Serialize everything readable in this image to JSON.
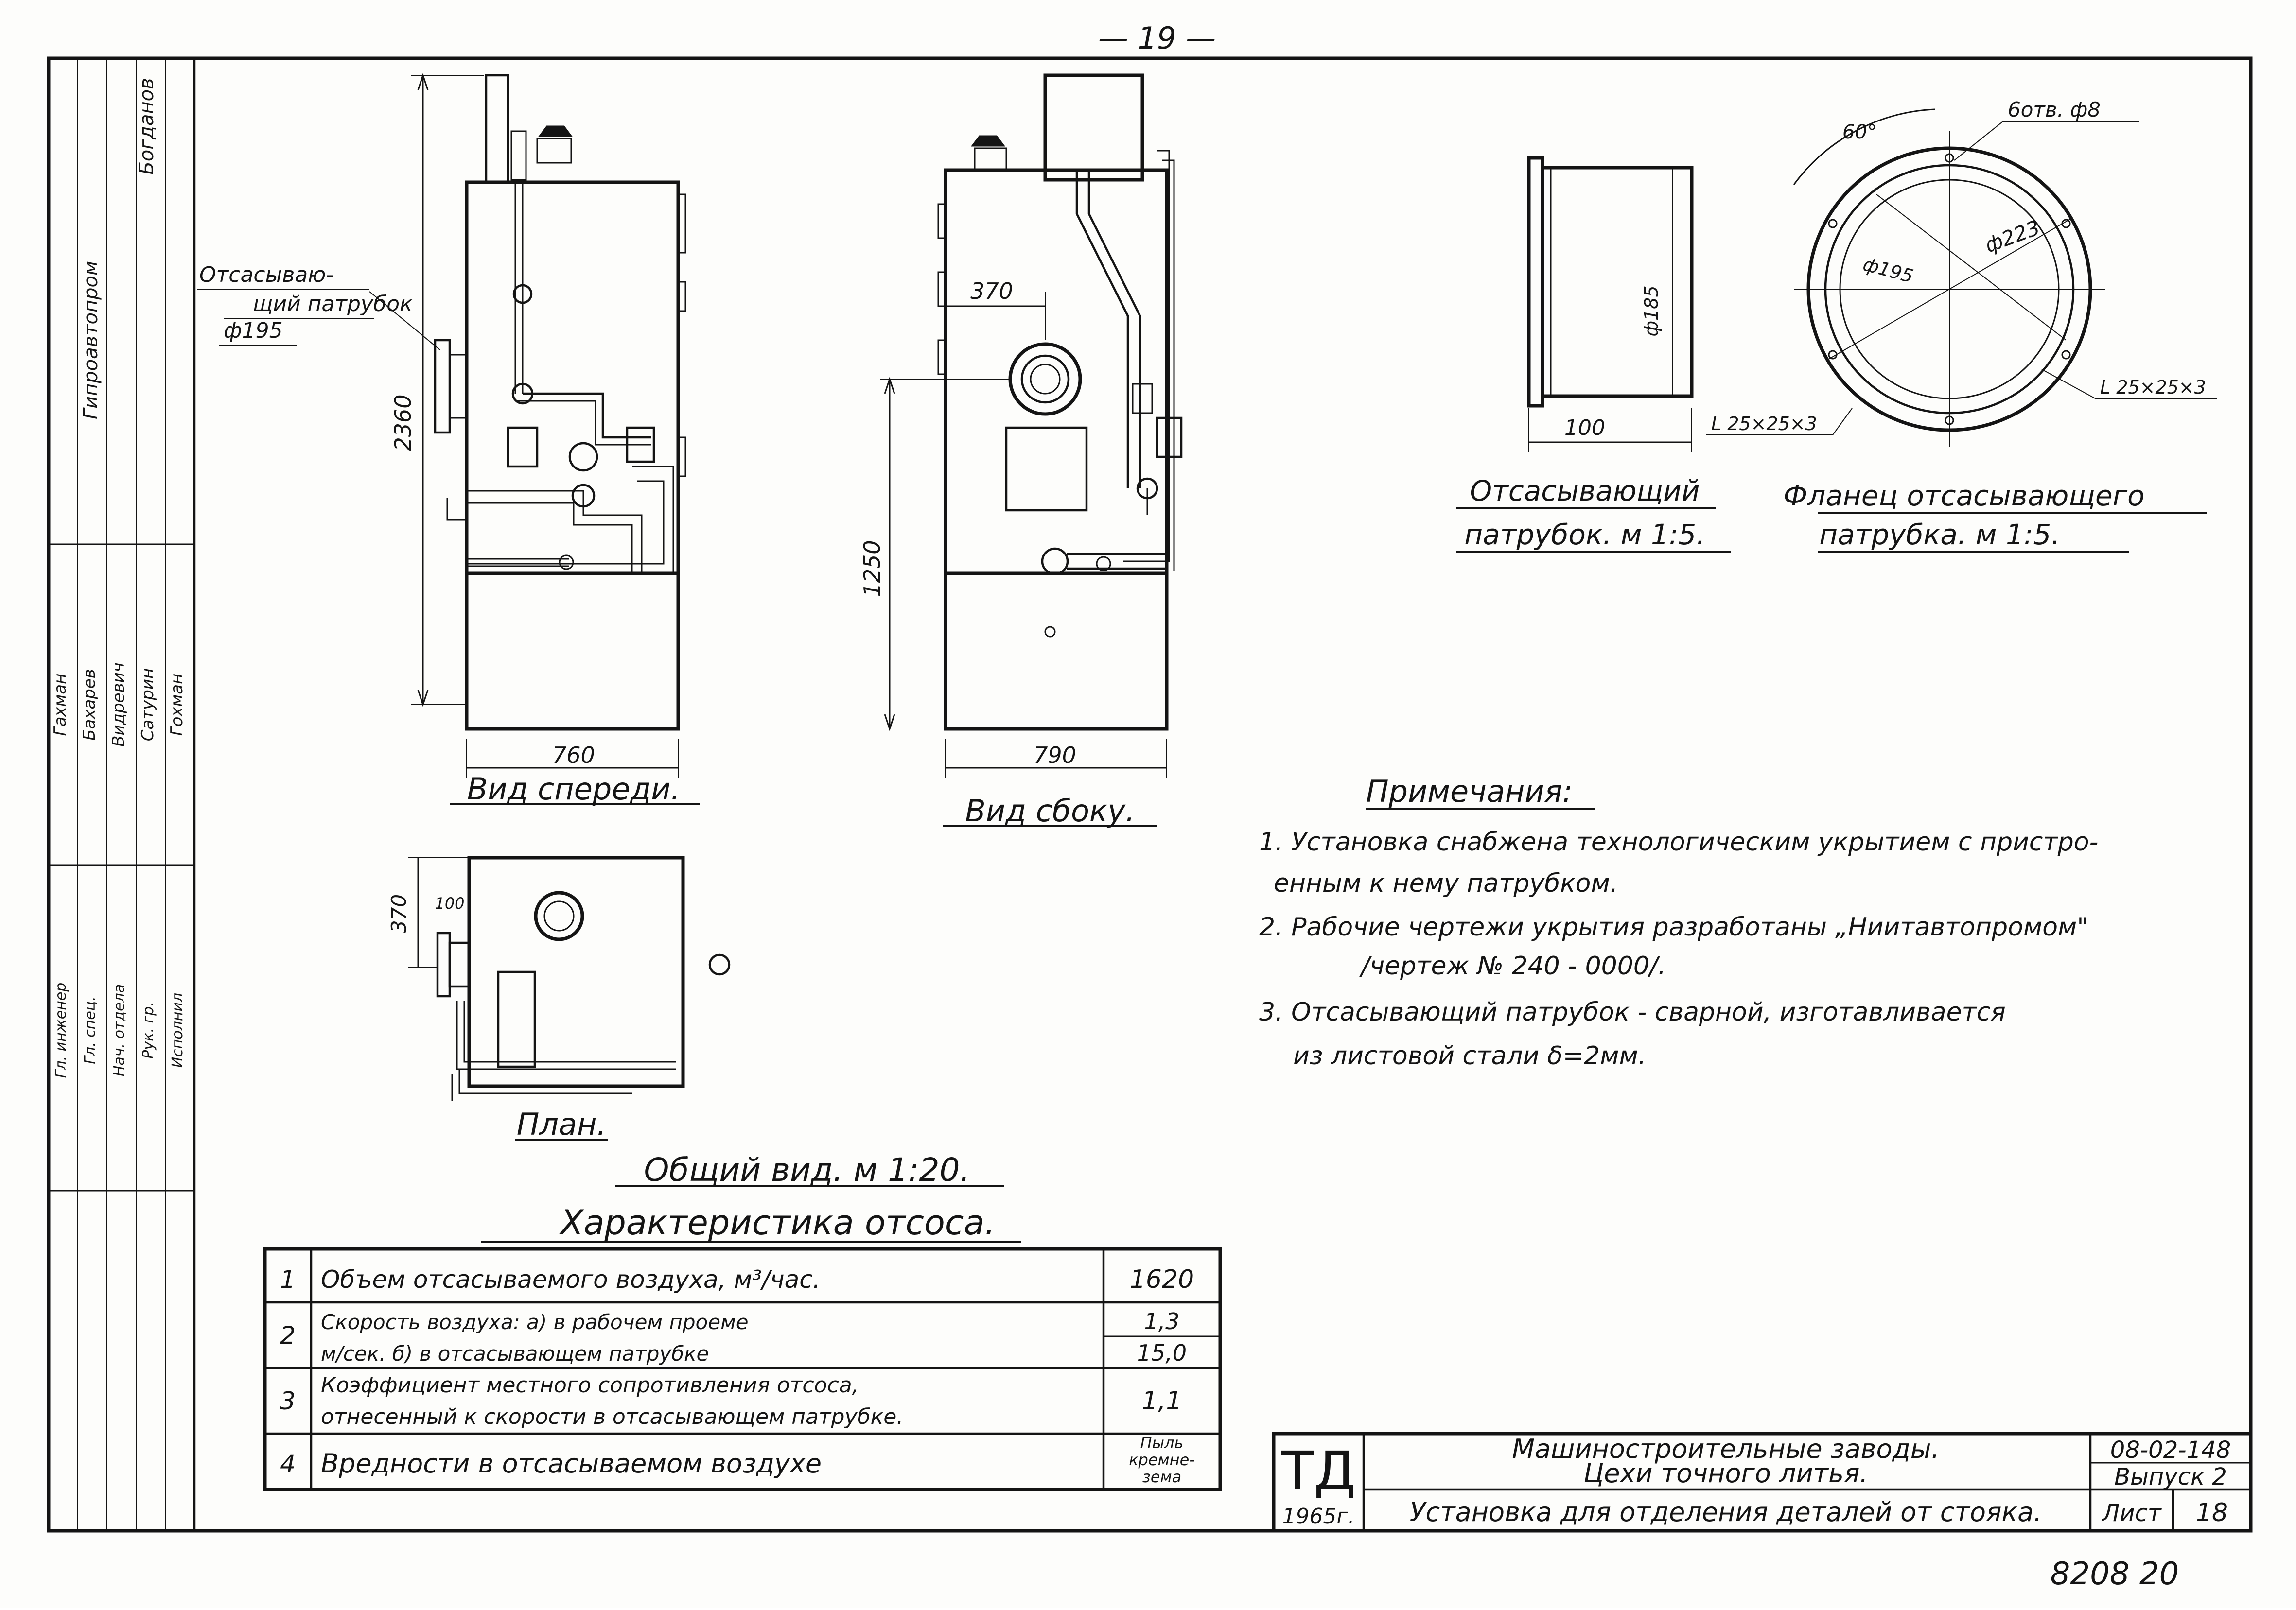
{
  "page_number": "— 19 —",
  "front_view": {
    "callout_line1": "Отсасываю-",
    "callout_line2": "щий патрубок",
    "callout_line3": "ф195",
    "dim_height": "2360",
    "dim_width": "760",
    "caption": "Вид спереди."
  },
  "side_view": {
    "dim_offset": "370",
    "dim_height": "1250",
    "dim_width": "790",
    "caption": "Вид сбоку."
  },
  "plan_view": {
    "dim_a": "370",
    "dim_b": "100",
    "caption": "План."
  },
  "general_view_caption": "Общий вид. м 1:20.",
  "nozzle": {
    "dim_diameter": "ф185",
    "dim_length": "100",
    "angle_label": "L 25×25×3",
    "caption_line1": "Отсасывающий",
    "caption_line2": "патрубок. м 1:5."
  },
  "flange": {
    "holes": "6отв. ф8",
    "angle": "60°",
    "dia_outer": "ф223",
    "dia_inner": "ф195",
    "angle_label": "L 25×25×3",
    "caption_line1": "Фланец отсасывающего",
    "caption_line2": "патрубка. м 1:5."
  },
  "notes": {
    "title": "Примечания:",
    "items": [
      "1. Установка снабжена технологическим укрытием с пристро-",
      "енным к нему патрубком.",
      "2. Рабочие чертежи укрытия разработаны „Ниитавтопромом\"",
      "/чертеж № 240 - 0000/.",
      "3. Отсасывающий патрубок - сварной, изготавливается",
      "из листовой стали δ=2мм."
    ]
  },
  "characteristics": {
    "title": "Характеристика отсоса.",
    "rows": [
      {
        "num": "1",
        "lines": [
          "Объем отсасываемого воздуха, м³/час."
        ],
        "values": [
          "1620"
        ]
      },
      {
        "num": "2",
        "lines": [
          "Скорость воздуха: а) в рабочем проеме",
          "м/сек.   б) в отсасывающем патрубке"
        ],
        "values": [
          "1,3",
          "15,0"
        ]
      },
      {
        "num": "3",
        "lines": [
          "Коэффициент местного сопротивления отсоса,",
          "отнесенный к скорости в отсасывающем патрубке."
        ],
        "values": [
          "1,1"
        ]
      },
      {
        "num": "4",
        "lines": [
          "Вредности в отсасываемом воздухе"
        ],
        "values": [
          "Пыль",
          "кремне-",
          "зема"
        ]
      }
    ]
  },
  "title_block": {
    "logo": "ТД",
    "year": "1965г.",
    "line1": "Машиностроительные заводы.",
    "line2": "Цехи точного литья.",
    "title": "Установка для отделения деталей от стояка.",
    "code": "08-02-148",
    "issue": "Выпуск 2",
    "sheet_label": "Лист",
    "sheet_num": "18"
  },
  "stamp_side": {
    "org": "Гипроавтопром",
    "surname_top": "Богданов",
    "names": [
      "Гахман",
      "Бахарев",
      "Видревич",
      "Сатурин",
      "Гохман"
    ],
    "roles": [
      "Гл. инженер",
      "Гл. спец.",
      "Нач. отдела",
      "Рук. гр.",
      "Исполнил"
    ]
  },
  "inventory": "8208 20"
}
